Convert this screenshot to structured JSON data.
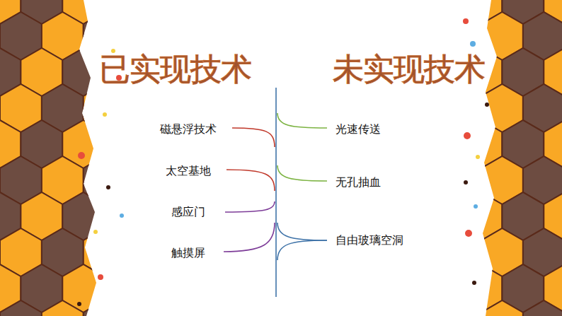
{
  "diagram": {
    "labels": [
      "已实现技术",
      "未实现技术",
      "磁悬浮技术",
      "太空基地",
      "感应门",
      "触摸屏",
      "光速传送",
      "无孔抽血",
      "自由玻璃空洞"
    ]
  }
}
